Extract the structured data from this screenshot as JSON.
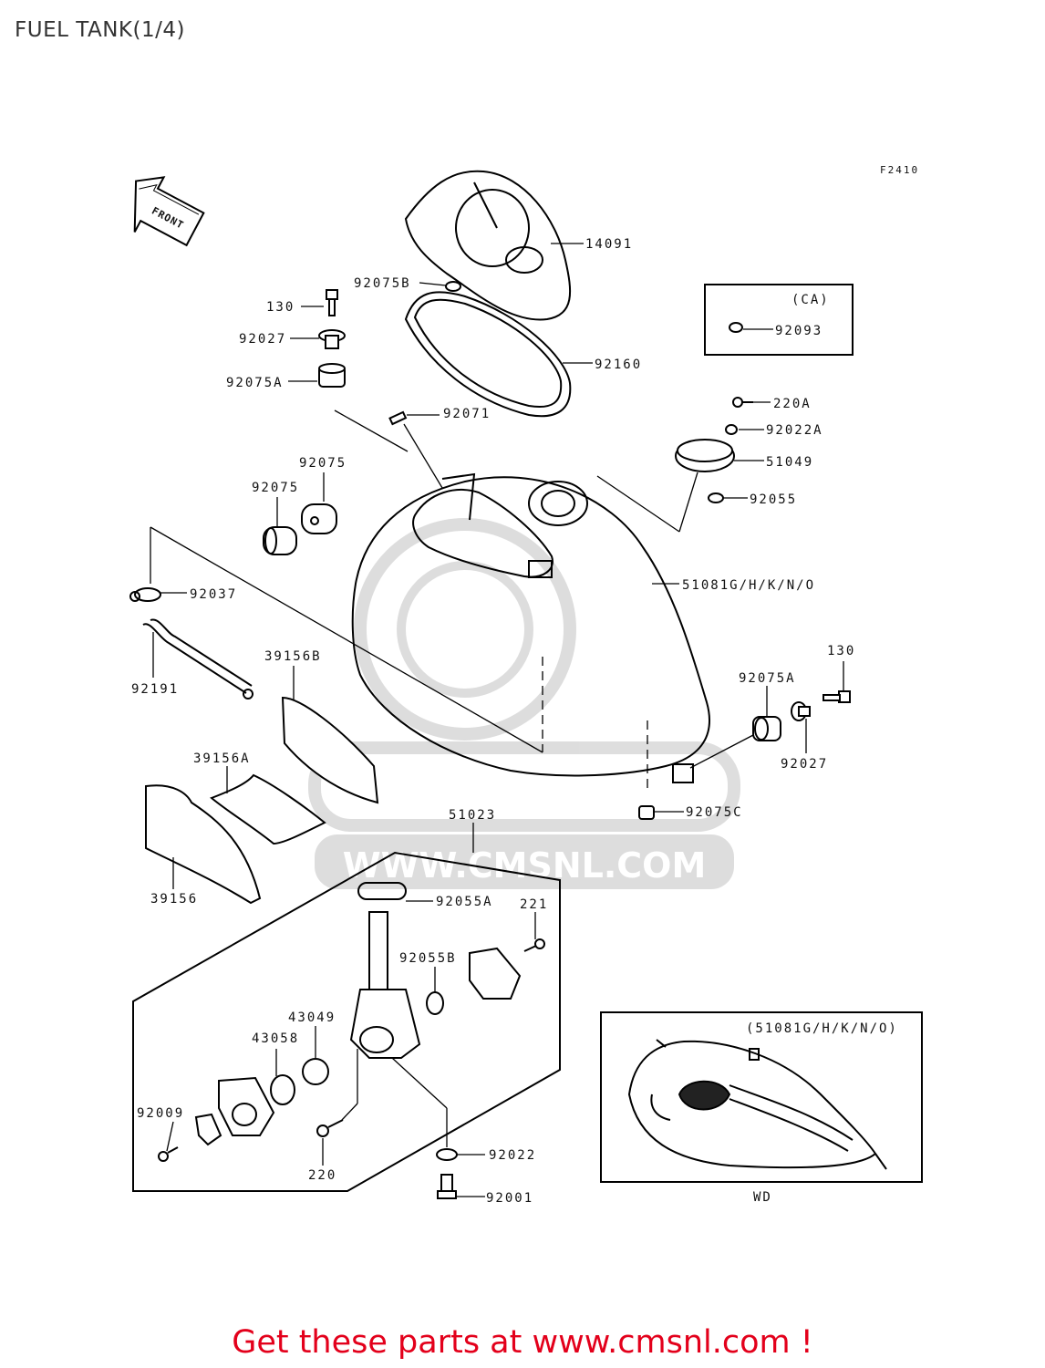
{
  "title": "FUEL TANK(1/4)",
  "figure_code": "F2410",
  "front_arrow_label": "FRONT",
  "watermark_text": "WWW.CMSNL.COM",
  "footer": "Get these parts at www.cmsnl.com !",
  "callouts": {
    "p14091": "14091",
    "p92075B": "92075B",
    "p130_top": "130",
    "p92027_top": "92027",
    "p92075A_top": "92075A",
    "p92160": "92160",
    "p92071": "92071",
    "p92075_a": "92075",
    "p92075_b": "92075",
    "p92037": "92037",
    "p92191": "92191",
    "p39156B": "39156B",
    "p39156A": "39156A",
    "p39156": "39156",
    "p220A": "220A",
    "p92022A": "92022A",
    "p51049": "51049",
    "p92055": "92055",
    "p51081": "51081G/H/K/N/O",
    "p130_right": "130",
    "p92075A_right": "92075A",
    "p92027_right": "92027",
    "p92075C": "92075C",
    "p51023": "51023",
    "p92055A": "92055A",
    "p221": "221",
    "p92055B": "92055B",
    "p43049": "43049",
    "p43058": "43058",
    "p92009": "92009",
    "p220": "220",
    "p92022": "92022",
    "p92001": "92001"
  },
  "ca_box": {
    "label": "(CA)",
    "part": "92093"
  },
  "wd_box": {
    "label": "(51081G/H/K/N/O)",
    "caption": "WD"
  }
}
